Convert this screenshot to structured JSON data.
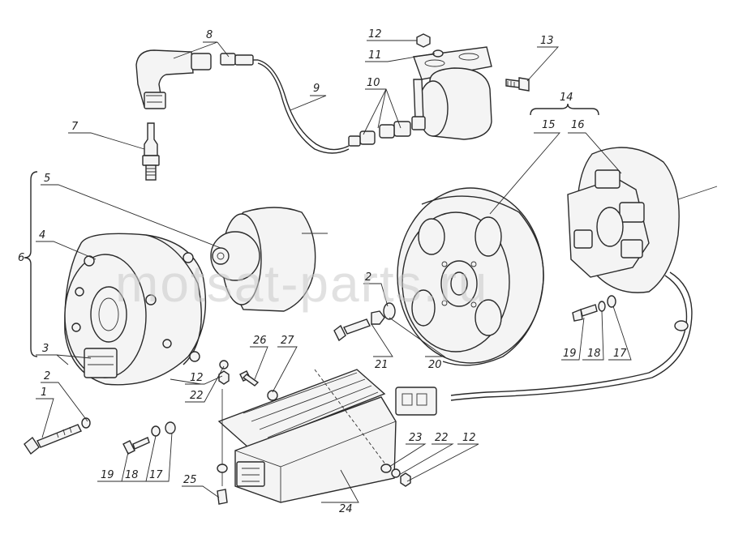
{
  "watermark": "motsat-parts.ru",
  "labels": {
    "l1": "1",
    "l2a": "2",
    "l2b": "2",
    "l3": "3",
    "l4": "4",
    "l5": "5",
    "l6": "6",
    "l7": "7",
    "l8": "8",
    "l9": "9",
    "l10": "10",
    "l11": "11",
    "l12a": "12",
    "l12b": "12",
    "l12c": "12",
    "l13": "13",
    "l14": "14",
    "l15": "15",
    "l16": "16",
    "l17a": "17",
    "l17b": "17",
    "l18a": "18",
    "l18b": "18",
    "l19a": "19",
    "l19b": "19",
    "l20": "20",
    "l21": "21",
    "l22a": "22",
    "l22b": "22",
    "l23": "23",
    "l24": "24",
    "l25": "25",
    "l26": "26",
    "l27": "27"
  }
}
